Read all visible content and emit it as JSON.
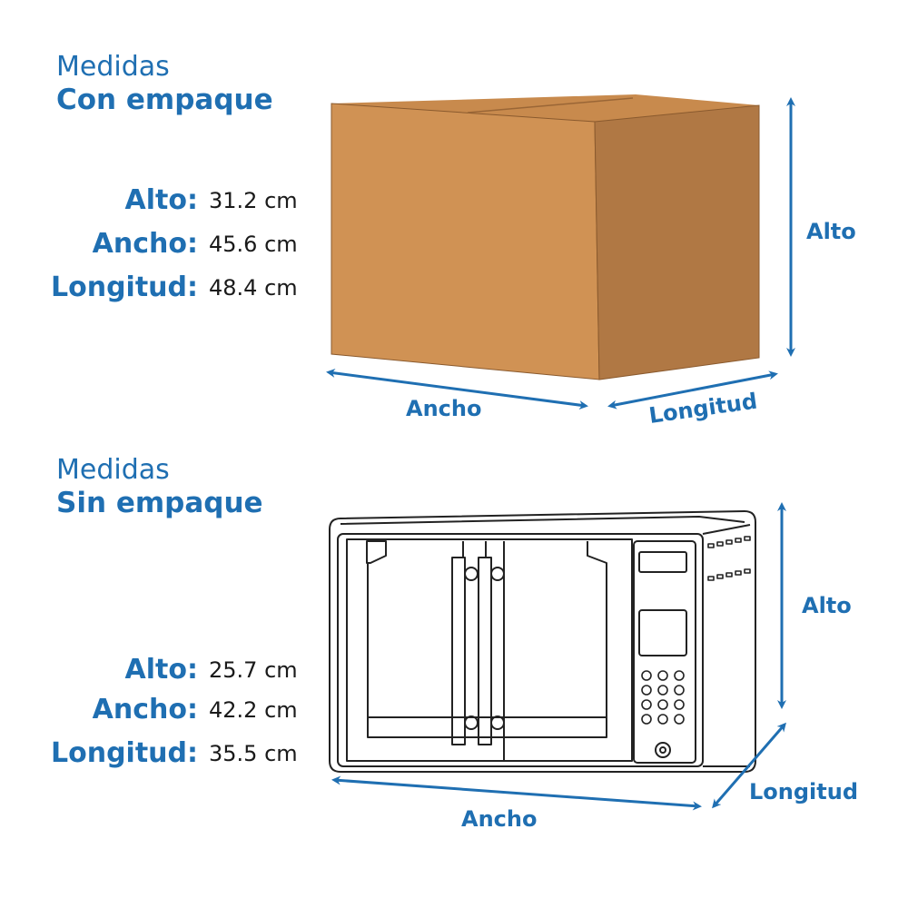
{
  "packaged": {
    "heading_light": "Medidas",
    "heading_bold": "Con empaque",
    "dimensions": [
      {
        "label": "Alto:",
        "value": "31.2 cm"
      },
      {
        "label": "Ancho:",
        "value": "45.6 cm"
      },
      {
        "label": "Longitud:",
        "value": "48.4 cm"
      }
    ],
    "arrow_labels": {
      "height": "Alto",
      "width": "Ancho",
      "length": "Longitud"
    }
  },
  "unpacked": {
    "heading_light": "Medidas",
    "heading_bold": "Sin empaque",
    "dimensions": [
      {
        "label": "Alto:",
        "value": "25.7 cm"
      },
      {
        "label": "Ancho:",
        "value": "42.2 cm"
      },
      {
        "label": "Longitud:",
        "value": "35.5 cm"
      }
    ],
    "arrow_labels": {
      "height": "Alto",
      "width": "Ancho",
      "length": "Longitud"
    }
  },
  "colors": {
    "accent": "#1f6fb2",
    "box_front": "#d09254",
    "box_side": "#b07844",
    "box_top": "#c88a4d",
    "outline": "#222222"
  }
}
